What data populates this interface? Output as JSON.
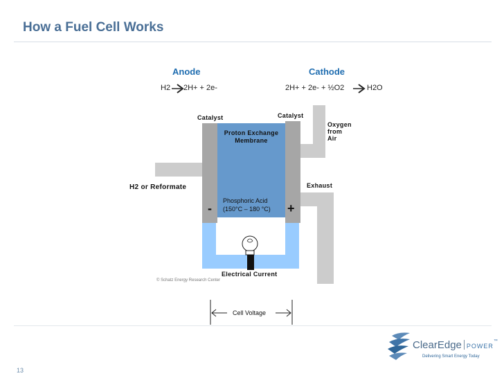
{
  "slide": {
    "title": "How a Fuel Cell Works",
    "page_number": "13"
  },
  "diagram": {
    "anode": {
      "heading": "Anode",
      "equation_left": "H2",
      "equation_right": "2H+ + 2e-"
    },
    "cathode": {
      "heading": "Cathode",
      "equation_left": "2H+ + 2e- + ½O2",
      "equation_right": "H2O"
    },
    "catalyst_left": "Catalyst",
    "catalyst_right": "Catalyst",
    "membrane_line1": "Proton Exchange",
    "membrane_line2": "Membrane",
    "oxygen_line1": "Oxygen",
    "oxygen_line2": "from",
    "oxygen_line3": "Air",
    "fuel_input": "H2 or Reformate",
    "exhaust": "Exhaust",
    "electrolyte_line1": "Phosphoric Acid",
    "electrolyte_line2": "(150°C – 180 °C)",
    "minus_sign": "-",
    "plus_sign": "+",
    "current": "Electrical Current",
    "credit": "© Schatz Energy Research Center",
    "cell_voltage": "Cell Voltage"
  },
  "logo": {
    "brand_main": "ClearEdge",
    "brand_suffix": "POWER",
    "tagline": "Delivering Smart Energy Today",
    "mark": "™"
  },
  "colors": {
    "title": "#4a6f96",
    "heading": "#1f6db0",
    "membrane": "#6699cc",
    "catalyst": "#a6a6a6",
    "pipe": "#cccccc",
    "circuit": "#99ccff"
  }
}
